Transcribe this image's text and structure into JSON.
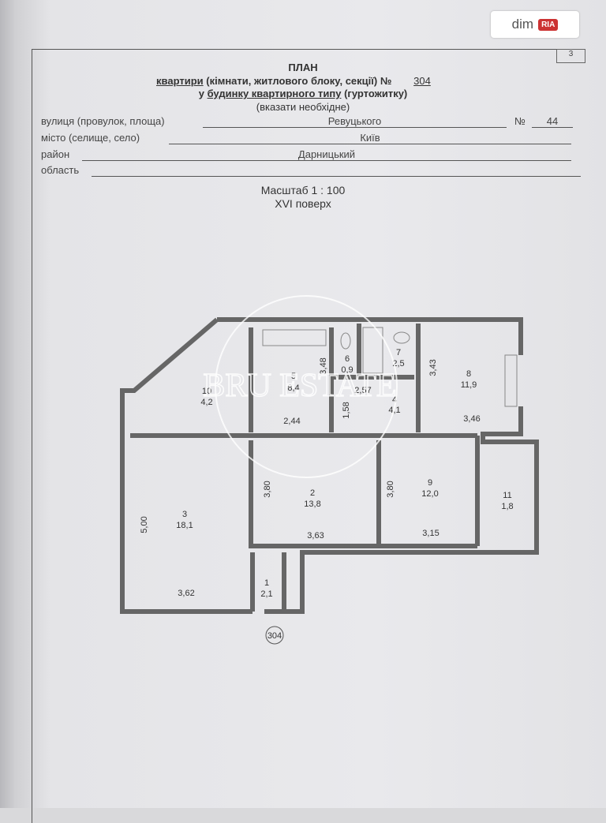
{
  "watermark_logo": {
    "dim": "dim",
    "ria": "RIA"
  },
  "page_number": "3",
  "header": {
    "title": "ПЛАН",
    "line1_underlined": "квартири",
    "line1_rest": "(кімнати, житлового блоку, секції) №",
    "apartment_no": "304",
    "line2_prefix": "у",
    "line2_underlined": "будинку квартирного типу",
    "line2_rest": "(гуртожитку)",
    "note": "(вказати необхідне)"
  },
  "fields": {
    "street_label": "вулиця (провулок, площа)",
    "street_value": "Ревуцького",
    "house_label": "№",
    "house_value": "44",
    "city_label": "місто (селище, село)",
    "city_value": "Київ",
    "district_label": "район",
    "district_value": "Дарницький",
    "region_label": "область",
    "region_value": ""
  },
  "scale": "Масштаб 1 : 100",
  "floor": "XVI поверх",
  "plan": {
    "watermark": "BRU ESTATE",
    "apartment_marker": "304",
    "rooms": [
      {
        "no": "1",
        "area": "2,1"
      },
      {
        "no": "2",
        "area": "13,8"
      },
      {
        "no": "3",
        "area": "18,1"
      },
      {
        "no": "4",
        "area": "4,1"
      },
      {
        "no": "5",
        "area": "8,4"
      },
      {
        "no": "6",
        "area": "0,9"
      },
      {
        "no": "7",
        "area": "2,5"
      },
      {
        "no": "8",
        "area": "11,9"
      },
      {
        "no": "9",
        "area": "12,0"
      },
      {
        "no": "10",
        "area": "4,2"
      },
      {
        "no": "11",
        "area": "1,8"
      }
    ],
    "dimensions": [
      "5,00",
      "3,62",
      "3,80",
      "3,63",
      "3,80",
      "3,15",
      "3,43",
      "3,46",
      "2,44",
      "3,48",
      "1,58",
      "2,57"
    ]
  }
}
